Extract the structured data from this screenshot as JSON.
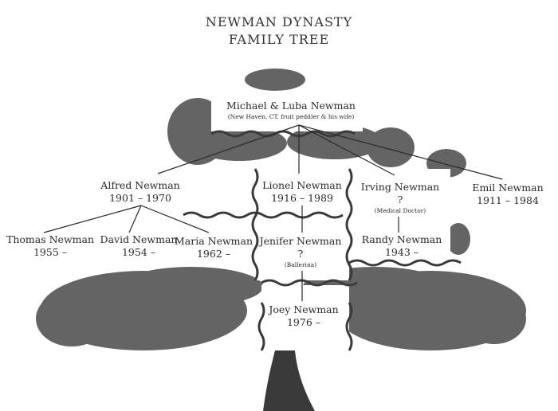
{
  "title": {
    "line1": "NEWMAN DYNASTY",
    "line2": "FAMILY TREE"
  },
  "people": {
    "michael_luba": {
      "name": "Michael & Luba Newman",
      "note": "(New Haven, CT. fruit peddler & his wife)"
    },
    "alfred": {
      "name": "Alfred Newman",
      "years": "1901 – 1970"
    },
    "lionel": {
      "name": "Lionel Newman",
      "years": "1916 – 1989"
    },
    "irving": {
      "name": "Irving Newman",
      "years": "?",
      "note": "(Medical Doctor)"
    },
    "emil": {
      "name": "Emil Newman",
      "years": "1911 – 1984"
    },
    "thomas": {
      "name": "Thomas Newman",
      "years": "1955 –"
    },
    "david": {
      "name": "David Newman",
      "years": "1954 –"
    },
    "maria": {
      "name": "Maria Newman",
      "years": "1962 –"
    },
    "jenifer": {
      "name": "Jenifer Newman",
      "years": "?",
      "note": "(Ballerina)"
    },
    "randy": {
      "name": "Randy Newman",
      "years": "1943 –"
    },
    "joey": {
      "name": "Joey Newman",
      "years": "1976 –"
    }
  },
  "colors": {
    "ink": "#2a2a2a",
    "foliage": "#4a4a4a",
    "trunk": "#3a3a3a"
  }
}
